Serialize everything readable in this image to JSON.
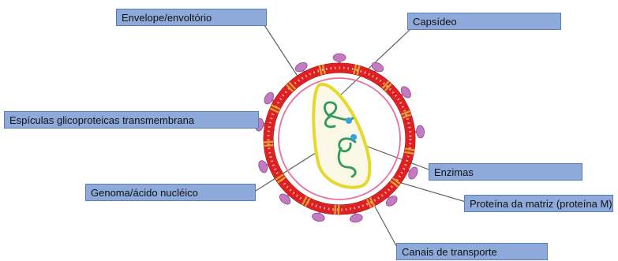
{
  "labels": {
    "envelope": "Envelope/envoltório",
    "capsid": "Capsídeo",
    "spicules": "Espículas glicoproteicas transmembrana",
    "genome": "Genoma/ácido nucléico",
    "enzymes": "Enzimas",
    "matrix": "Proteína da matriz (proteína M)",
    "channels": "Canais de transporte"
  },
  "colors": {
    "label_fill": "#8eaadb",
    "envelope": "#e02020",
    "matrix_ring": "#e8709a",
    "spicule": "#c47cc0",
    "channel": "#d9a033",
    "capsid": "#e6d82c",
    "rna": "#2f9a5a",
    "enzyme": "#3aa0e0"
  }
}
